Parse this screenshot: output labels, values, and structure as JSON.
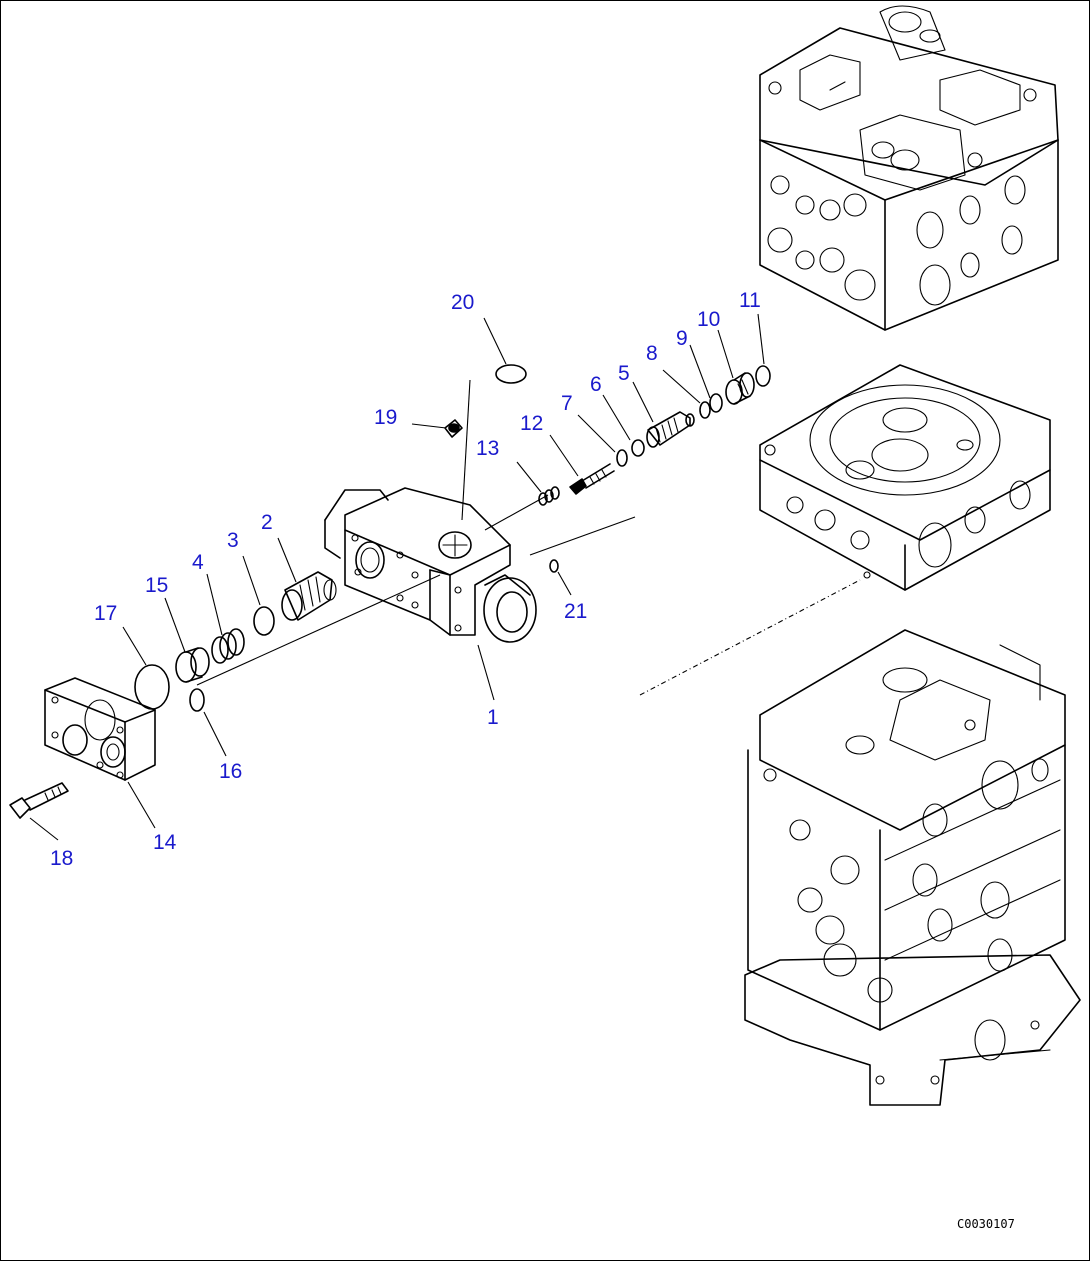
{
  "diagram": {
    "type": "exploded-parts-view",
    "callout_color": "#1a1acc",
    "line_color": "#000000",
    "callouts": [
      "1",
      "2",
      "3",
      "4",
      "5",
      "6",
      "7",
      "8",
      "9",
      "10",
      "11",
      "12",
      "13",
      "14",
      "15",
      "16",
      "17",
      "18",
      "19",
      "20",
      "21"
    ],
    "drawing_code": "C0030107"
  }
}
